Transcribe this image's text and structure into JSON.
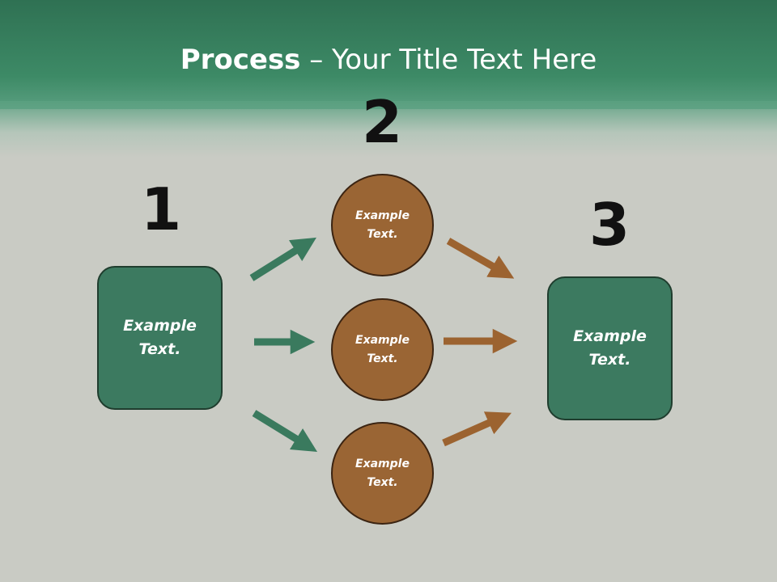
{
  "slide": {
    "title_bold": "Process",
    "title_rest": " – Your Title Text Here"
  },
  "steps": [
    {
      "number": "1",
      "label": "Example\nText."
    },
    {
      "number": "2"
    },
    {
      "number": "3",
      "label": "Example\nText."
    }
  ],
  "circles": [
    {
      "label": "Example\nText."
    },
    {
      "label": "Example\nText."
    },
    {
      "label": "Example\nText."
    }
  ],
  "colors": {
    "header_green": "#2f7153",
    "box_green": "#3c7a60",
    "circle_brown": "#9a6534",
    "arrow_green": "#3a7a5e",
    "arrow_brown": "#9c6330"
  }
}
